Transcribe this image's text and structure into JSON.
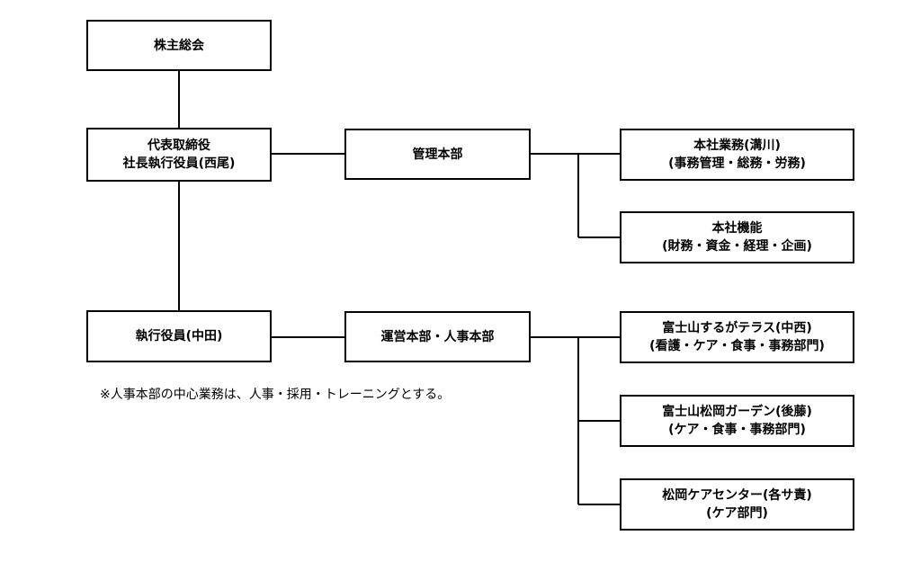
{
  "nodes": {
    "shareholders": {
      "line1": "株主総会"
    },
    "president": {
      "line1": "代表取締役",
      "line2": "社長執行役員(西尾)"
    },
    "officer": {
      "line1": "執行役員(中田)"
    },
    "admin_hq": {
      "line1": "管理本部"
    },
    "ops_hq": {
      "line1": "運営本部・人事本部"
    },
    "hq_business": {
      "line1": "本社業務(溝川)",
      "line2": "(事務管理・総務・労務)"
    },
    "hq_functions": {
      "line1": "本社機能",
      "line2": "(財務・資金・経理・企画)"
    },
    "fuji_terrace": {
      "line1": "富士山するがテラス(中西)",
      "line2": "(看護・ケア・食事・事務部門)"
    },
    "fuji_garden": {
      "line1": "富士山松岡ガーデン(後藤)",
      "line2": "(ケア・食事・事務部門)"
    },
    "care_center": {
      "line1": "松岡ケアセンター(各サ責)",
      "line2": "(ケア部門)"
    }
  },
  "note": "※人事本部の中心業務は、人事・採用・トレーニングとする。"
}
